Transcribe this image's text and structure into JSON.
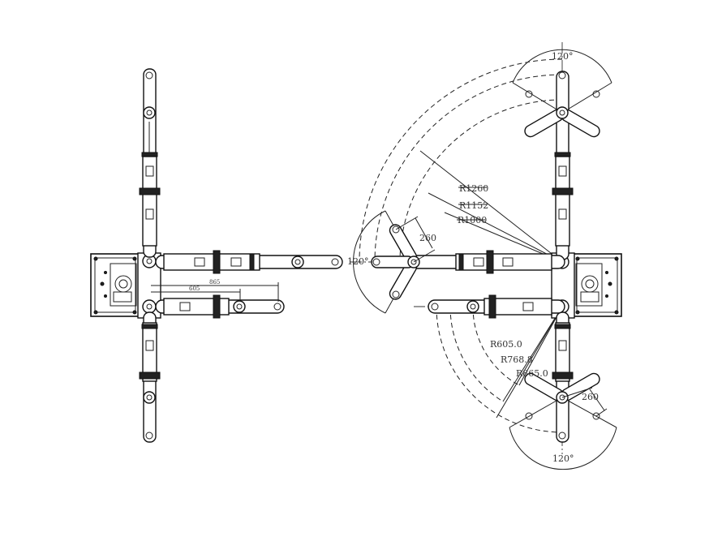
{
  "dimensions": {
    "r1260": "R1260",
    "r1152": "R1152",
    "r1000": "R1000",
    "d260_left": "260",
    "d260_bottom": "260",
    "r605": "R605.0",
    "r768": "R768.8",
    "r865": "R865.0",
    "a120_top": "120°",
    "a120_left": "120°",
    "a120_bottom": "120°",
    "d865_small": "865",
    "d605_small": "605"
  }
}
